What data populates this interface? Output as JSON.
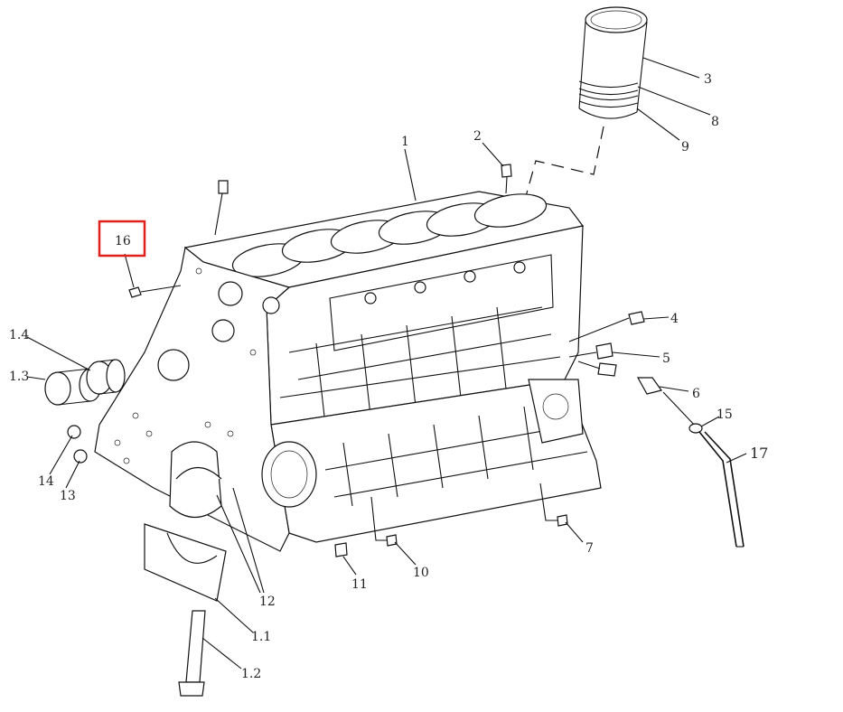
{
  "diagram": {
    "callouts": {
      "c1": "1",
      "c1_1": "1.1",
      "c1_2": "1.2",
      "c1_3": "1.3",
      "c1_4": "1.4",
      "c2": "2",
      "c3": "3",
      "c4": "4",
      "c5": "5",
      "c6": "6",
      "c7": "7",
      "c8": "8",
      "c9": "9",
      "c10": "10",
      "c11": "11",
      "c12": "12",
      "c13": "13",
      "c14": "14",
      "c15": "15",
      "c16": "16",
      "c17": "17"
    },
    "highlight_color": "#e0201a",
    "line_color": "#111111"
  }
}
